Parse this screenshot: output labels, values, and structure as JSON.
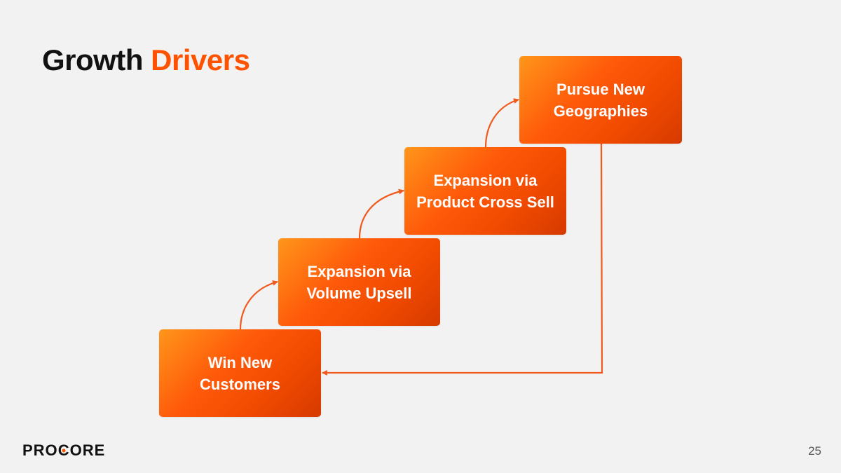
{
  "title": {
    "part1": "Growth",
    "part2": "Drivers"
  },
  "colors": {
    "accent": "#ff5200",
    "box_gradient_start": "#ff961a",
    "box_gradient_end": "#d63a00",
    "background": "#f2f2f2",
    "connector": "#f05a1e"
  },
  "steps": [
    {
      "line1": "Win New",
      "line2": "Customers"
    },
    {
      "line1": "Expansion via",
      "line2": "Volume Upsell"
    },
    {
      "line1": "Expansion via",
      "line2": "Product Cross Sell"
    },
    {
      "line1": "Pursue New",
      "line2": "Geographies"
    }
  ],
  "footer": {
    "logo_text_a": "PRO",
    "logo_text_b": "C",
    "logo_text_c": "ORE",
    "page_number": "25"
  }
}
